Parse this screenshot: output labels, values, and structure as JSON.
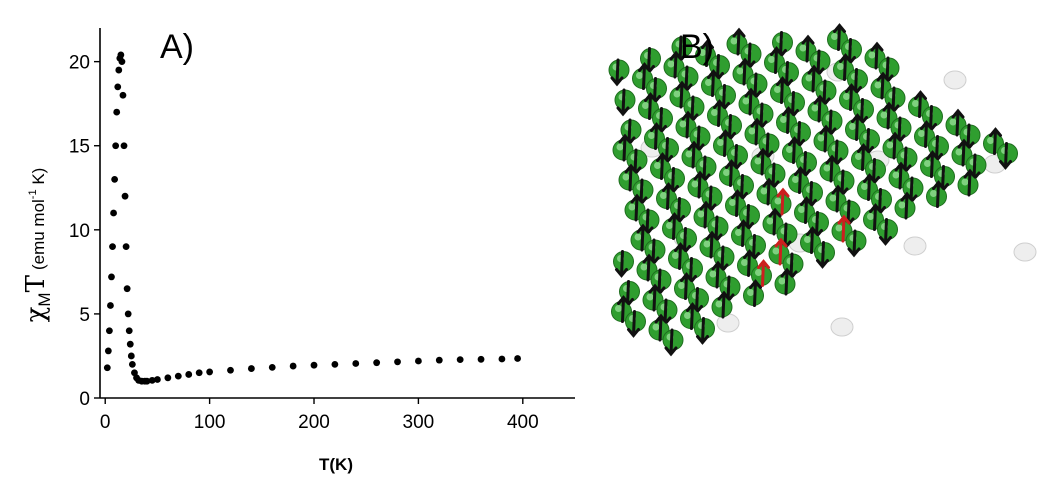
{
  "panels": {
    "a_label": "A)",
    "b_label": "B)"
  },
  "chart_data": {
    "type": "scatter",
    "title": "",
    "xlabel": "T(K)",
    "ylabel_symbol": "χ",
    "ylabel_subscript": "M",
    "ylabel_T": "T",
    "ylabel_units_pre": "(emu mol",
    "ylabel_units_sup": "-1",
    "ylabel_units_post": " K)",
    "xlim": [
      -5,
      450
    ],
    "ylim": [
      0,
      22
    ],
    "x_ticks": [
      0,
      100,
      200,
      300,
      400
    ],
    "y_ticks": [
      0,
      5,
      10,
      15,
      20
    ],
    "grid": false,
    "series": [
      {
        "color": "#000000",
        "x": [
          2,
          3,
          4,
          5,
          6,
          7,
          8,
          9,
          10,
          11,
          12,
          13,
          14,
          15,
          16,
          17,
          18,
          19,
          20,
          21,
          22,
          23,
          24,
          25,
          26,
          28,
          30,
          32,
          35,
          38,
          40,
          45,
          50,
          60,
          70,
          80,
          90,
          100,
          120,
          140,
          160,
          180,
          200,
          220,
          240,
          260,
          280,
          300,
          320,
          340,
          360,
          380,
          395
        ],
        "y": [
          1.8,
          2.8,
          4.0,
          5.5,
          7.2,
          9.0,
          11.0,
          13.0,
          15.0,
          17.0,
          18.5,
          19.5,
          20.2,
          20.4,
          20.0,
          18.0,
          15.0,
          12.0,
          9.0,
          6.5,
          5.0,
          4.0,
          3.2,
          2.5,
          2.0,
          1.5,
          1.2,
          1.05,
          1.0,
          1.0,
          1.0,
          1.05,
          1.1,
          1.2,
          1.3,
          1.4,
          1.5,
          1.55,
          1.65,
          1.75,
          1.82,
          1.9,
          1.95,
          2.0,
          2.05,
          2.1,
          2.15,
          2.2,
          2.25,
          2.28,
          2.3,
          2.32,
          2.35
        ]
      }
    ]
  },
  "molecule": {
    "atom_color": "#2f9e2f",
    "bond_color": "#33a033",
    "hydrogen_color": "#eeeeee",
    "spin_color": "#111111",
    "highlight_spin_color": "#cc1f1f"
  }
}
